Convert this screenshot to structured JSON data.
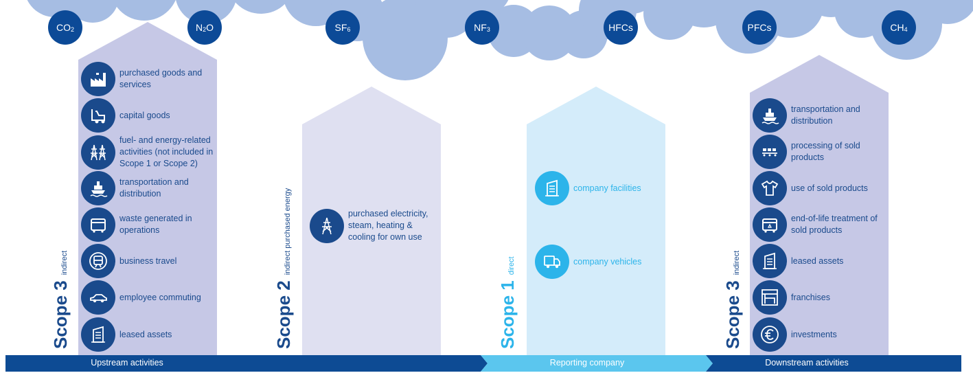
{
  "gases": [
    {
      "base": "CO",
      "sub": "2"
    },
    {
      "base": "N",
      "sub": "2",
      "tail": "O"
    },
    {
      "base": "SF",
      "sub": "6"
    },
    {
      "base": "NF",
      "sub": "3"
    },
    {
      "base": "HFCs"
    },
    {
      "base": "PFCs"
    },
    {
      "base": "CH",
      "sub": "4"
    }
  ],
  "scopes": {
    "scope3_up": {
      "title": "Scope 3",
      "subtitle": "indirect"
    },
    "scope2": {
      "title": "Scope 2",
      "subtitle": "indirect purchased energy"
    },
    "scope1": {
      "title": "Scope 1",
      "subtitle": "direct"
    },
    "scope3_down": {
      "title": "Scope 3",
      "subtitle": "indirect"
    }
  },
  "upstream_items": [
    {
      "icon": "factory-icon",
      "label": "purchased goods and services"
    },
    {
      "icon": "forklift-icon",
      "label": "capital goods"
    },
    {
      "icon": "power-pylon-icon",
      "label": "fuel- and energy-related activities (not included in Scope 1 or Scope 2)"
    },
    {
      "icon": "ship-icon",
      "label": "transportation and distribution"
    },
    {
      "icon": "waste-container-icon",
      "label": "waste generated in operations"
    },
    {
      "icon": "train-icon",
      "label": "business travel"
    },
    {
      "icon": "car-icon",
      "label": "employee commuting"
    },
    {
      "icon": "building-icon",
      "label": "leased assets"
    }
  ],
  "scope2_items": [
    {
      "icon": "power-pylon-icon",
      "label": "purchased electricity, steam, heating & cooling for own use"
    }
  ],
  "scope1_items": [
    {
      "icon": "building-icon",
      "label": "company facilities"
    },
    {
      "icon": "truck-icon",
      "label": "company vehicles"
    }
  ],
  "downstream_items": [
    {
      "icon": "ship-icon",
      "label": "transportation and distribution"
    },
    {
      "icon": "conveyor-icon",
      "label": "processing of sold products"
    },
    {
      "icon": "tshirt-icon",
      "label": "use of sold products"
    },
    {
      "icon": "recycling-bin-icon",
      "label": "end-of-life treatment of sold products"
    },
    {
      "icon": "building-icon",
      "label": "leased assets"
    },
    {
      "icon": "storefront-icon",
      "label": "franchises"
    },
    {
      "icon": "euro-icon",
      "label": "investments"
    }
  ],
  "bands": {
    "upstream": "Upstream activities",
    "reporting": "Reporting company",
    "downstream": "Downstream activities"
  },
  "colors": {
    "cloud": "#a6bde3",
    "gas": "#0c4a97",
    "dark_blue": "#1a4a8c",
    "light_blue": "#2cb4ea",
    "band_dark": "#0d4b94",
    "band_light": "#5bc6ee",
    "arrow_upstream": "#c6c8e6",
    "arrow_scope2": "#dfe0f1",
    "arrow_scope1": "#d4ecfa"
  }
}
